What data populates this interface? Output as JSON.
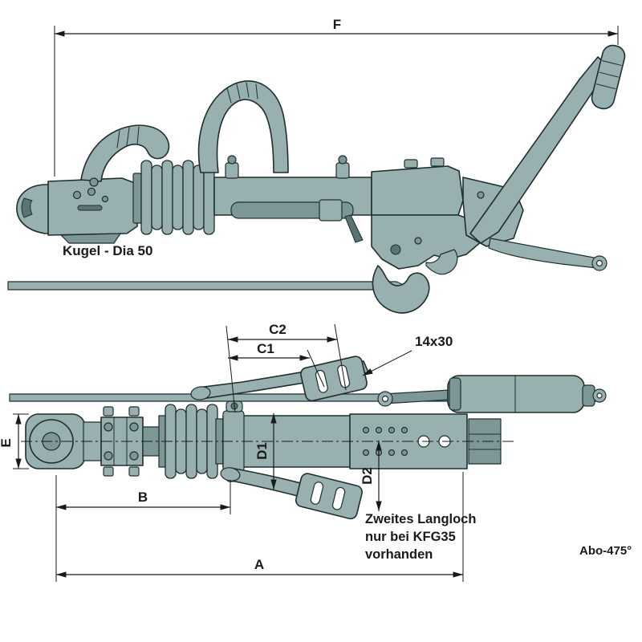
{
  "colors": {
    "part": "#98b0af",
    "part_dark": "#7d9796",
    "part_darker": "#5a7473",
    "line": "#1f2e2e",
    "dim": "#1a1a1a",
    "bg": "#ffffff"
  },
  "labels": {
    "f": "F",
    "kugel": "Kugel - Dia 50",
    "c2": "C2",
    "c1": "C1",
    "slot": "14x30",
    "e": "E",
    "d1": "D1",
    "d2": "D2",
    "b": "B",
    "a": "A",
    "ref": "Abo-475°"
  },
  "note": {
    "line1": "Zweites Langloch",
    "line2": "nur bei KFG35",
    "line3": "vorhanden"
  }
}
